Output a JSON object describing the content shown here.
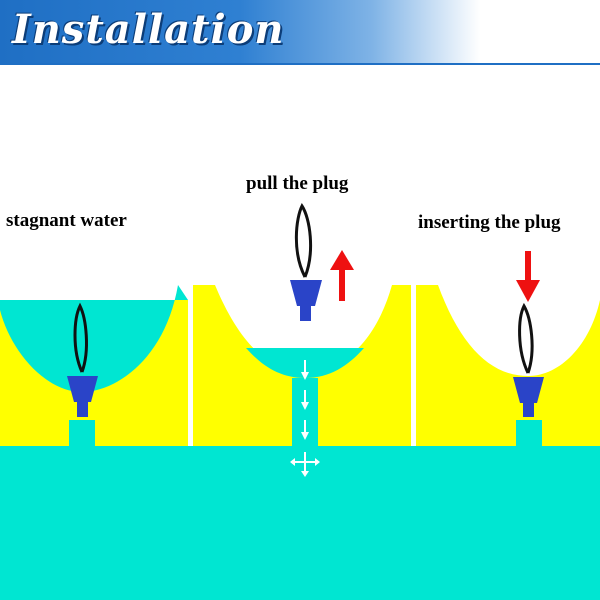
{
  "title": "Installation",
  "steps": {
    "left_label": "stagnant water",
    "middle_label": "pull the plug",
    "right_label": "inserting the plug"
  },
  "colors": {
    "water": "#00e6d2",
    "hull": "#ffff00",
    "plug": "#2a44c8",
    "arrow": "#ee1111",
    "banner": "#1f6fc4"
  }
}
